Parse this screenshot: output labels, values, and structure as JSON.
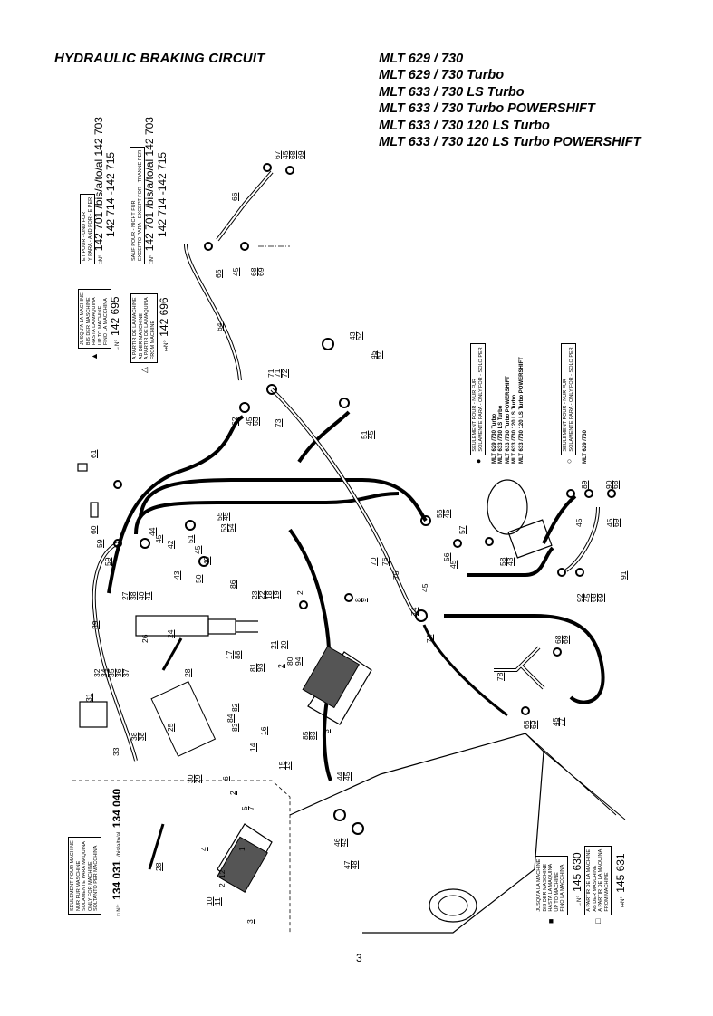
{
  "header": {
    "title": "HYDRAULIC  BRAKING CIRCUIT",
    "models": [
      "MLT 629 / 730",
      "MLT 629 / 730 Turbo",
      "MLT 633 / 730 LS Turbo",
      "MLT 633 / 730 Turbo POWERSHIFT",
      "MLT 633 / 730 120 LS Turbo",
      "MLT 633 / 730 120 LS Turbo POWERSHIFT"
    ]
  },
  "legend_top_left": {
    "filled_triangle": {
      "symbol": "▲",
      "box_lines": [
        "JUSQU'A LA MACHINE",
        "BIS DER MASCHINE",
        "HASTA LA MAQUINA",
        "UP TO MACHINE",
        "FINO LA MACCHINA"
      ],
      "serial_prefix": "→N°",
      "serial": "142 695"
    },
    "open_triangle": {
      "symbol": "△",
      "box_lines": [
        "A PARTIR DE LA MACHINE",
        "AB DER MASCHINE",
        "A PARTIR DE LA MAQUINA",
        "FROM MACHINE"
      ],
      "serial_prefix": "↦N°",
      "serial": "142 696"
    },
    "and_for": {
      "box_lines": [
        "ET POUR - UND FUR",
        "Y PARA - AND FOR - E PER"
      ],
      "serial_prefix": "□N°",
      "serial_line1": "142 701 /bis/a/to/al 142 703",
      "serial_line2": "142 714 -142 715"
    },
    "except_for": {
      "box_lines": [
        "SAUF POUR - NICHT FUR",
        "EXCEPTO PARA - EXCEPT FOR - TRANNE PER"
      ],
      "serial_prefix": "□N°",
      "serial_line1": "142 701 /bis/a/to/al 142 703",
      "serial_line2": "142 714 -142 715"
    }
  },
  "legend_right": {
    "filled_circle": {
      "symbol": "●",
      "box_lines": [
        "SEULEMENT POUR - NUR FUR",
        "SOLAMENTE PARA - ONLY FOR - SOLO PER"
      ],
      "models": [
        "MLT 629 /730 Turbo",
        "MLT 633 /730 LS Turbo",
        "MLT 633 /730 Turbo POWERSHIFT",
        "MLT 633 /730 120 LS Turbo",
        "MLT 633 /730 120 LS Turbo POWERSHIFT"
      ]
    },
    "open_circle": {
      "symbol": "○",
      "box_lines": [
        "SEULEMENT POUR - NUR FUR",
        "SOLAMENTE PARA - ONLY FOR - SOLO PER"
      ],
      "models": [
        "MLT 629 /730"
      ]
    }
  },
  "legend_bottom_left": {
    "box_lines": [
      "SEULEMENT POUR MACHINE",
      "NUR FUR MASCHINE",
      "SOLAMENTE PARA MAQUINA",
      "ONLY FOR MACHINE",
      "SOLTANTO PER MACCHINA"
    ],
    "serial_prefix": "□ N°:",
    "serial_from": "134 031",
    "range_word": "/bis/a/to/al",
    "serial_to": "134 040"
  },
  "legend_bottom_right": {
    "filled_square": {
      "symbol": "■",
      "box_lines": [
        "JUSQU'A LA MACHINE",
        "BIS DER MASCHINE",
        "HASTA LA MAQUINA",
        "UP TO MACHINE",
        "FINO LA MACCHINA"
      ],
      "serial_prefix": "→N°",
      "serial": "145 630"
    },
    "open_square": {
      "symbol": "□",
      "box_lines": [
        "A PARTIR DE LA MACHINE",
        "AB DER MASCHINE",
        "A PARTIR DE LA MAQUINA",
        "FROM MACHINE"
      ],
      "serial_prefix": "↦N°",
      "serial": "145 631"
    }
  },
  "part_labels": [
    "67",
    "45",
    "68",
    "69",
    "66",
    "65",
    "45",
    "68",
    "69",
    "64",
    "71",
    "71",
    "72",
    "73",
    "62",
    "45",
    "63",
    "43",
    "52",
    "45",
    "87",
    "51",
    "45",
    "61",
    "60",
    "59",
    "59",
    "44",
    "45",
    "42",
    "43",
    "55",
    "45",
    "51",
    "45",
    "53",
    "54",
    "49",
    "50",
    "86",
    "27",
    "38",
    "40",
    "41",
    "39",
    "26",
    "24",
    "23",
    "22",
    "18",
    "19",
    "2",
    "21",
    "20",
    "17",
    "88",
    "81",
    "93",
    "80",
    "94",
    "2",
    "28",
    "25",
    "82",
    "84",
    "83",
    "16",
    "14",
    "15",
    "13",
    "85",
    "83",
    "3",
    "8",
    "9",
    "70",
    "76",
    "75",
    "74",
    "45",
    "74",
    "55",
    "45",
    "57",
    "56",
    "45",
    "58",
    "43",
    "89",
    "45",
    "90",
    "68",
    "45",
    "69",
    "91",
    "92",
    "45",
    "68",
    "69",
    "78",
    "68",
    "69",
    "68",
    "69",
    "45",
    "77",
    "31",
    "32",
    "34",
    "35",
    "36",
    "37",
    "38",
    "38",
    "33",
    "30",
    "29",
    "6",
    "2",
    "5",
    "7",
    "1",
    "4",
    "28",
    "2",
    "12",
    "10",
    "11",
    "3",
    "44",
    "45",
    "46",
    "43",
    "47",
    "48"
  ],
  "page_number": "3"
}
